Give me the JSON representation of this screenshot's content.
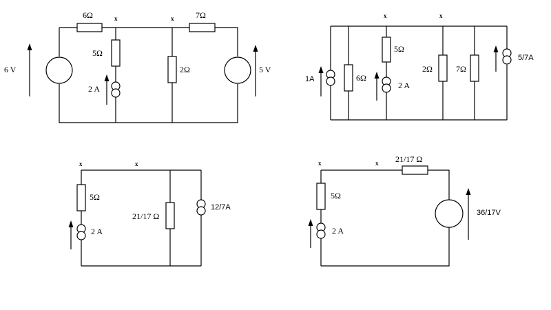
{
  "circuit1": {
    "nodes": [
      "x",
      "x"
    ],
    "r_top_left": "6Ω",
    "r_top_right": "7Ω",
    "r_branch": "5Ω",
    "r_middle": "2Ω",
    "source_left": "6 V",
    "source_right": "5 V",
    "current_source": "2 A"
  },
  "circuit2": {
    "nodes": [
      "x",
      "x"
    ],
    "source_left": "1A",
    "r_left": "6Ω",
    "r_branch": "5Ω",
    "current_source": "2 A",
    "r_mid1": "2Ω",
    "r_mid2": "7Ω",
    "source_right": "5/7A"
  },
  "circuit3": {
    "nodes": [
      "x",
      "x"
    ],
    "r_branch": "5Ω",
    "current_source": "2 A",
    "r_equiv": "21/17 Ω",
    "source_right": "12/7A"
  },
  "circuit4": {
    "nodes": [
      "x",
      "x"
    ],
    "r_top": "21/17 Ω",
    "r_branch": "5Ω",
    "current_source": "2 A",
    "source_right": "36/17V"
  }
}
